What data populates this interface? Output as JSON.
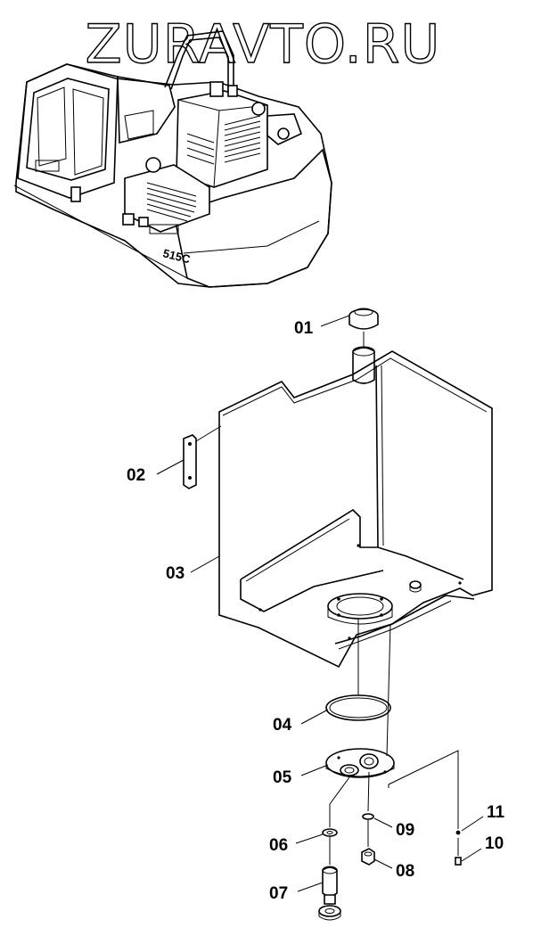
{
  "watermark": "ZURAVTO.RU",
  "machine_badge": "515C",
  "labels": {
    "p01": "01",
    "p02": "02",
    "p03": "03",
    "p04": "04",
    "p05": "05",
    "p06": "06",
    "p07": "07",
    "p08": "08",
    "p09": "09",
    "p10": "10",
    "p11": "11"
  }
}
